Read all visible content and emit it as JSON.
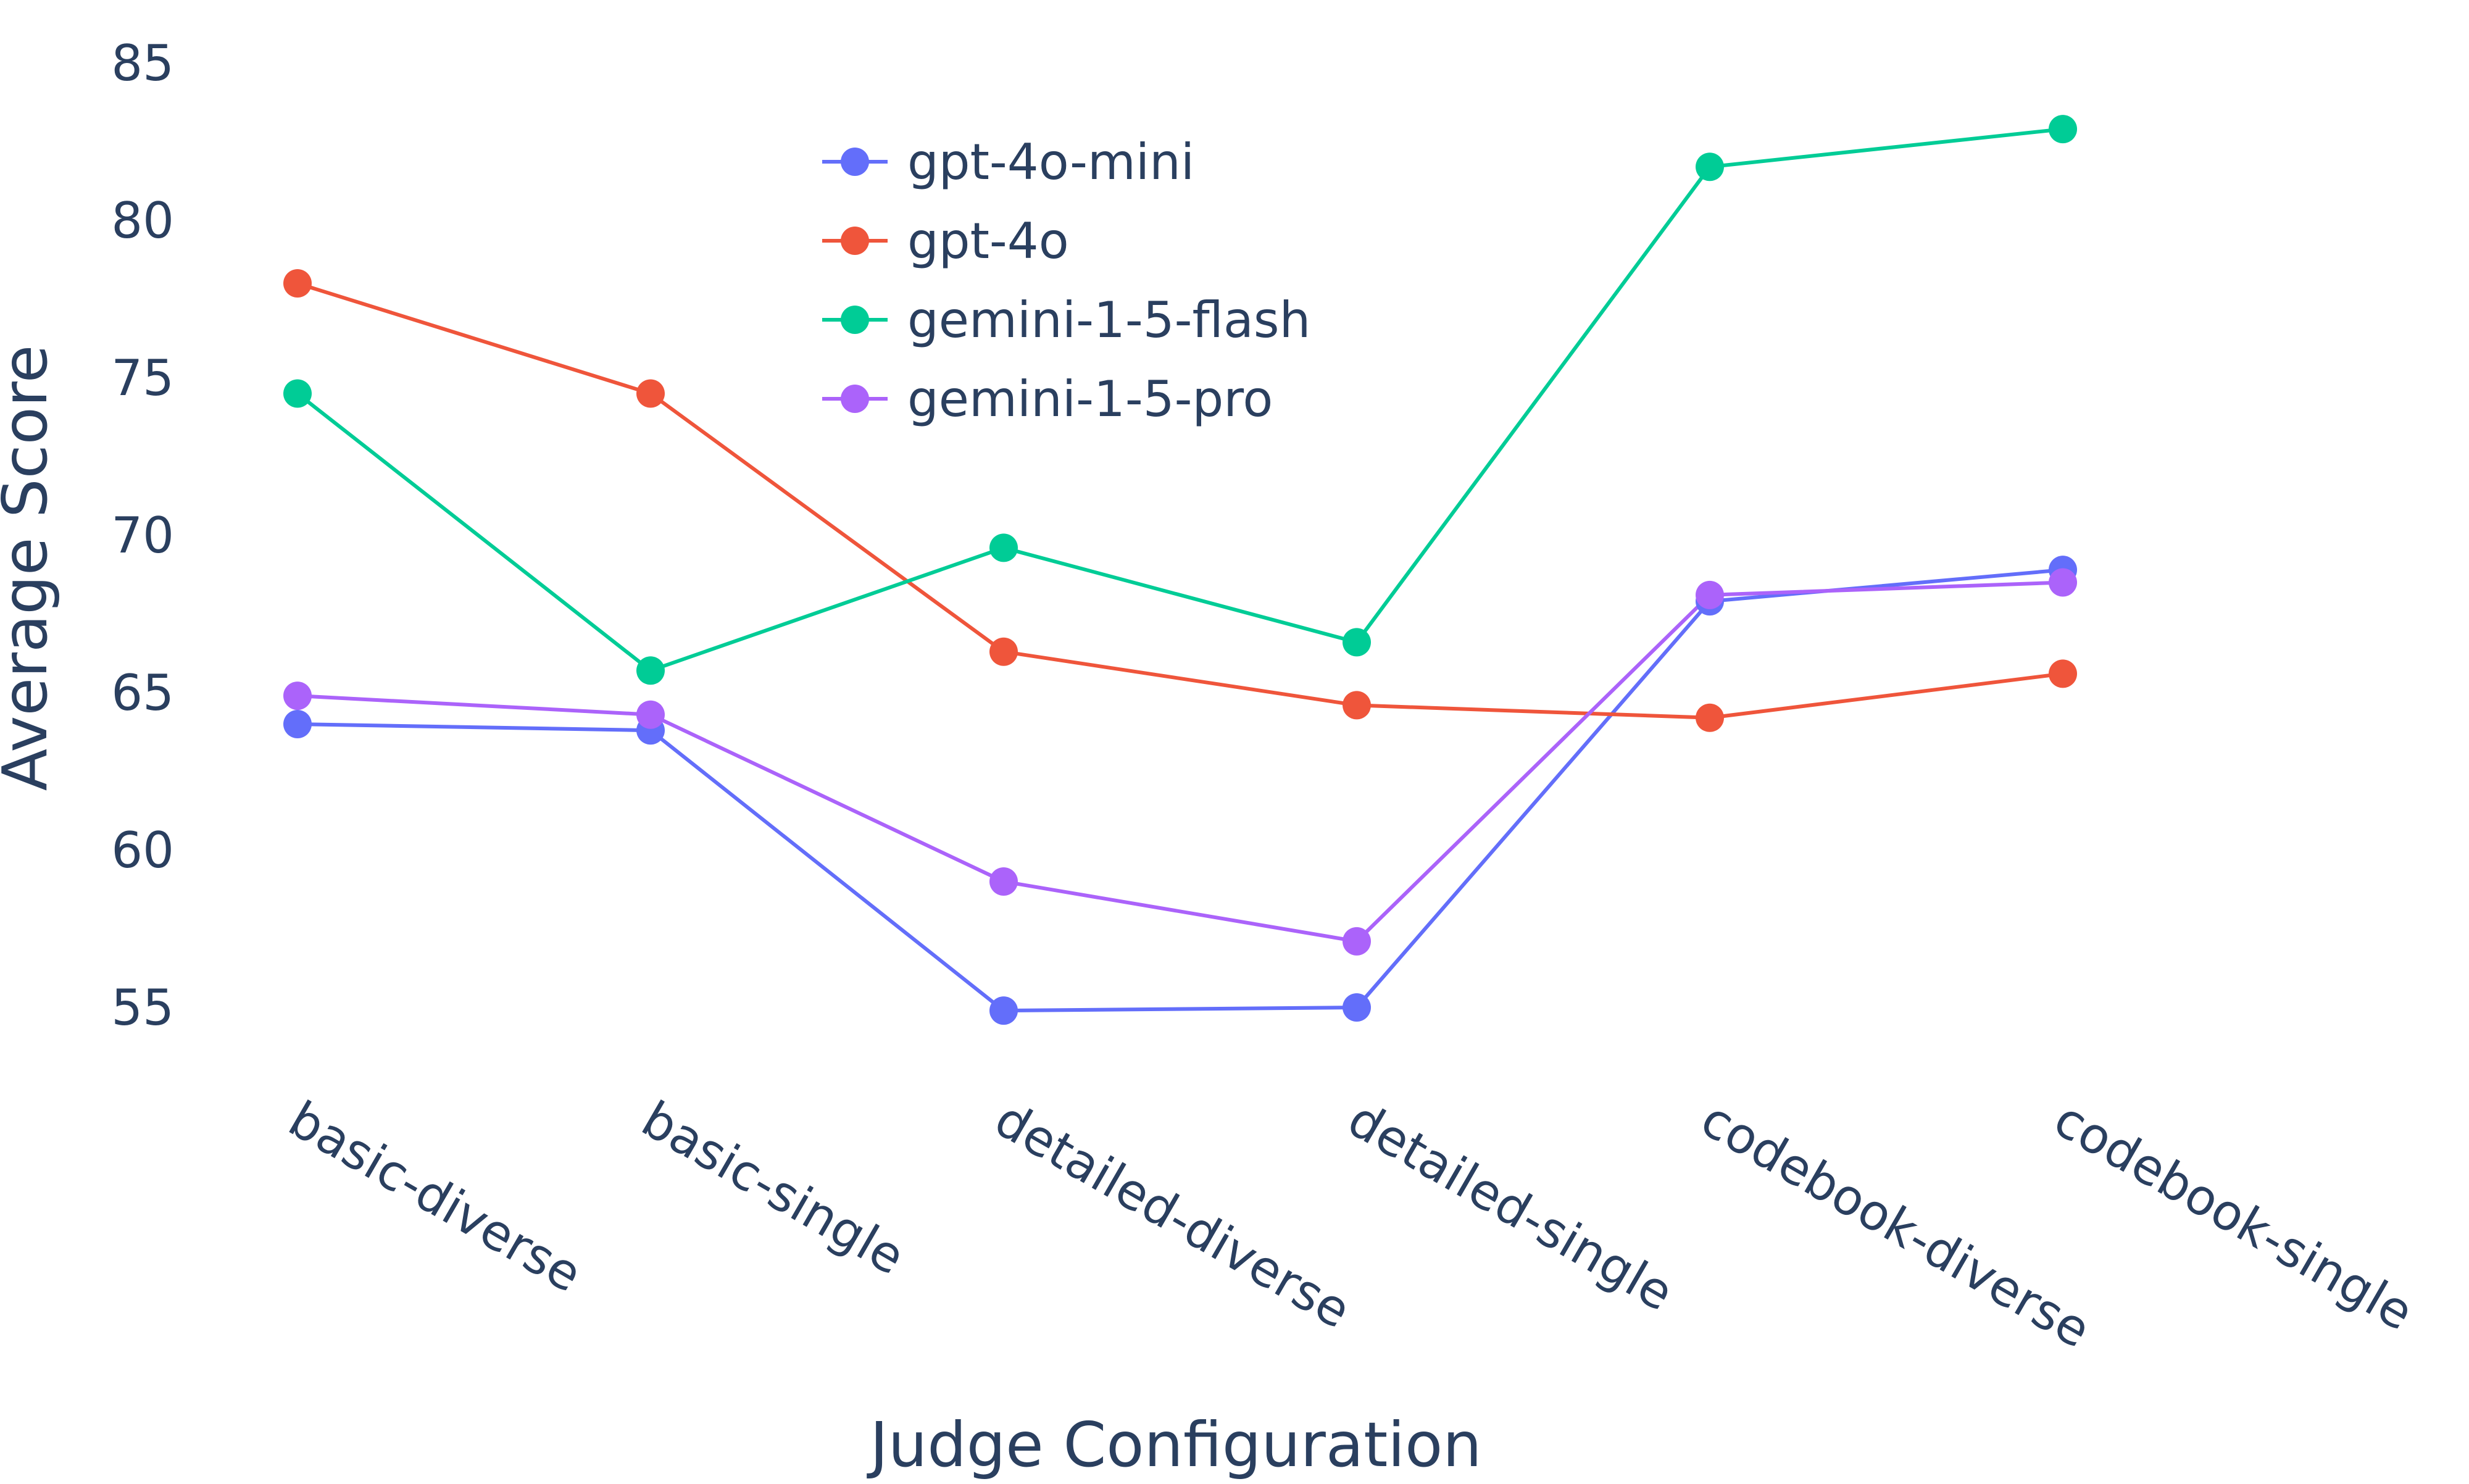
{
  "chart_data": {
    "type": "line",
    "title": "",
    "xlabel": "Judge Configuration",
    "ylabel": "Average Score",
    "ylim": [
      52.5,
      86
    ],
    "yticks": [
      55,
      60,
      65,
      70,
      75,
      80,
      85
    ],
    "grid": false,
    "legend_position": "top-center",
    "categories": [
      "basic-diverse",
      "basic-single",
      "detailed-diverse",
      "detailed-single",
      "codebook-diverse",
      "codebook-single"
    ],
    "series": [
      {
        "name": "gpt-4o-mini",
        "color": "#636efa",
        "values": [
          64.0,
          63.8,
          54.9,
          55.0,
          67.9,
          68.9
        ]
      },
      {
        "name": "gpt-4o",
        "color": "#ef553b",
        "values": [
          78.0,
          74.5,
          66.3,
          64.6,
          64.2,
          65.6
        ]
      },
      {
        "name": "gemini-1-5-flash",
        "color": "#00cc96",
        "values": [
          74.5,
          65.7,
          69.6,
          66.6,
          81.7,
          82.9
        ]
      },
      {
        "name": "gemini-1-5-pro",
        "color": "#ab63fa",
        "values": [
          64.9,
          64.3,
          59.0,
          57.1,
          68.1,
          68.5
        ]
      }
    ]
  }
}
